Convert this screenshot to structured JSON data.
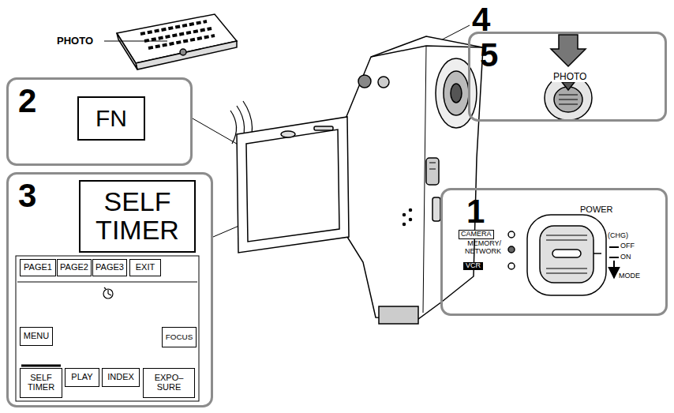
{
  "diagram": {
    "nodes": [
      {
        "text": [
          "2"
        ]
      },
      {
        "text": [
          "FN"
        ],
        "in": 0
      },
      {
        "text": [
          "3"
        ]
      },
      {
        "text": [
          "SELF TIMER"
        ],
        "in": 2
      },
      {
        "text": [
          "PAGE1"
        ],
        "in": 2
      },
      {
        "text": [
          "PAGE2"
        ],
        "in": 2
      },
      {
        "text": [
          "PAGE3"
        ],
        "in": 2
      },
      {
        "text": [
          "EXIT"
        ],
        "in": 2
      },
      {
        "text": [
          "MENU"
        ],
        "in": 2
      },
      {
        "text": [
          "FOCUS"
        ],
        "in": 2
      },
      {
        "text": [
          "SELF TIMER"
        ],
        "in": 2
      },
      {
        "text": [
          "PLAY"
        ],
        "in": 2
      },
      {
        "text": [
          "INDEX"
        ],
        "in": 2
      },
      {
        "text": [
          "EXPO– SURE"
        ],
        "in": 2
      },
      {
        "text": [
          "5",
          "PHOTO"
        ]
      },
      {
        "text": [
          "1",
          "POWER",
          "CAMERA",
          "MEMORY/ NETWORK",
          "VCR",
          "(CHG)",
          "OFF",
          "ON",
          "MODE"
        ]
      }
    ],
    "labels": [
      "PHOTO",
      "4"
    ]
  }
}
